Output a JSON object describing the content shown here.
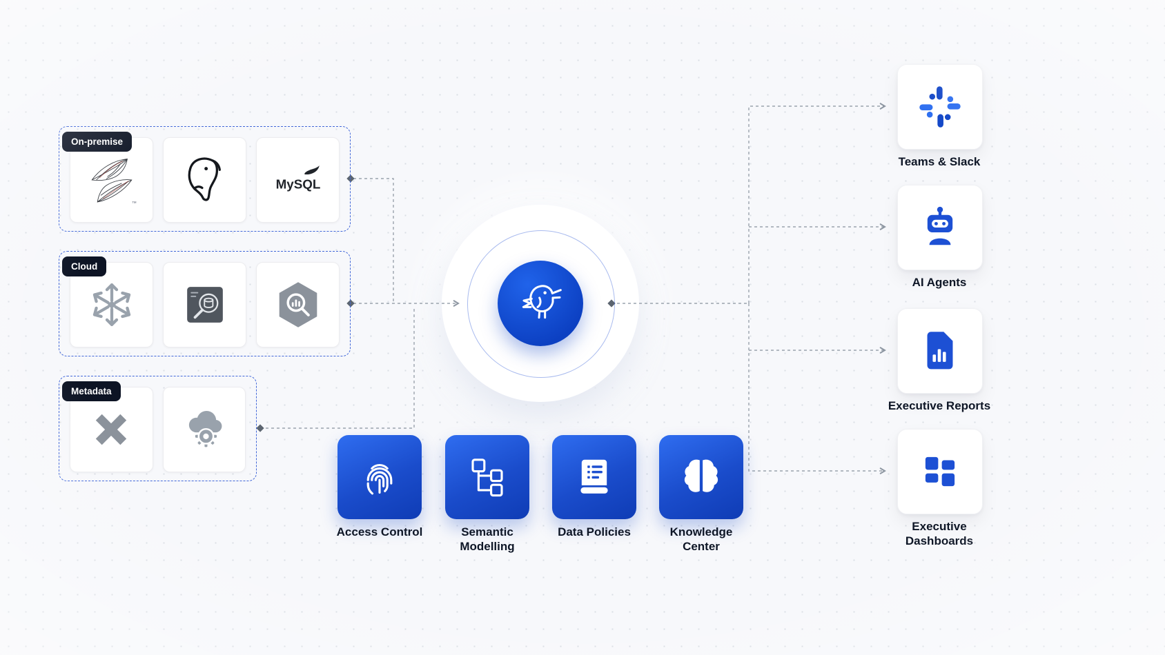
{
  "colors": {
    "background": "#f7f8fb",
    "accent_blue": "#1d50d4",
    "group_border": "#4066d8",
    "badge_bg": "#0d1424",
    "connector_gray": "#9aa3ad",
    "icon_gray": "#99a2ac",
    "label_text": "#0e1626",
    "feature_gradient_start": "#2f6df0",
    "feature_gradient_end": "#0f3cb5"
  },
  "source_groups": [
    {
      "label": "On-premise",
      "items": [
        {
          "icon": "sql-server-icon",
          "tm": "™"
        },
        {
          "icon": "postgresql-icon"
        },
        {
          "icon": "mysql-icon",
          "text": "MySQL"
        }
      ]
    },
    {
      "label": "Cloud",
      "items": [
        {
          "icon": "snowflake-icon"
        },
        {
          "icon": "data-search-icon"
        },
        {
          "icon": "bigquery-icon"
        }
      ]
    },
    {
      "label": "Metadata",
      "items": [
        {
          "icon": "x-star-icon"
        },
        {
          "icon": "cloud-gear-icon"
        }
      ]
    }
  ],
  "hub": {
    "icon": "bird-logo-icon"
  },
  "features": [
    {
      "label": "Access Control",
      "icon": "fingerprint-icon"
    },
    {
      "label": "Semantic Modelling",
      "icon": "hierarchy-icon"
    },
    {
      "label": "Data Policies",
      "icon": "policy-scroll-icon"
    },
    {
      "label": "Knowledge Center",
      "icon": "brain-icon"
    }
  ],
  "outputs": [
    {
      "label": "Teams & Slack",
      "icon": "slack-icon"
    },
    {
      "label": "AI Agents",
      "icon": "robot-icon"
    },
    {
      "label": "Executive Reports",
      "icon": "report-chart-icon"
    },
    {
      "label": "Executive Dashboards",
      "icon": "dashboard-grid-icon"
    }
  ]
}
